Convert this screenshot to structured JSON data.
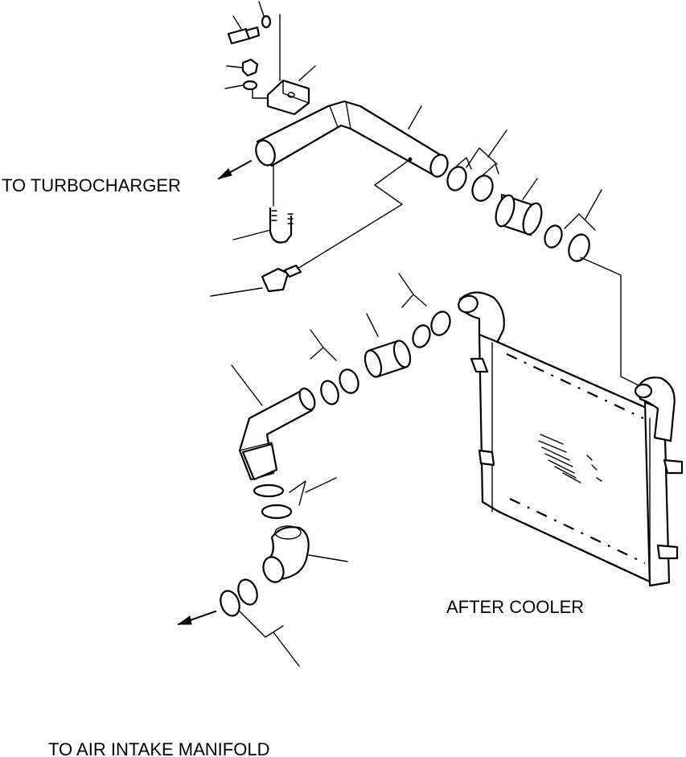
{
  "labels": {
    "to_turbocharger": "TO TURBOCHARGER",
    "after_cooler": "AFTER COOLER",
    "to_air_intake_manifold": "TO AIR INTAKE MANIFOLD"
  }
}
